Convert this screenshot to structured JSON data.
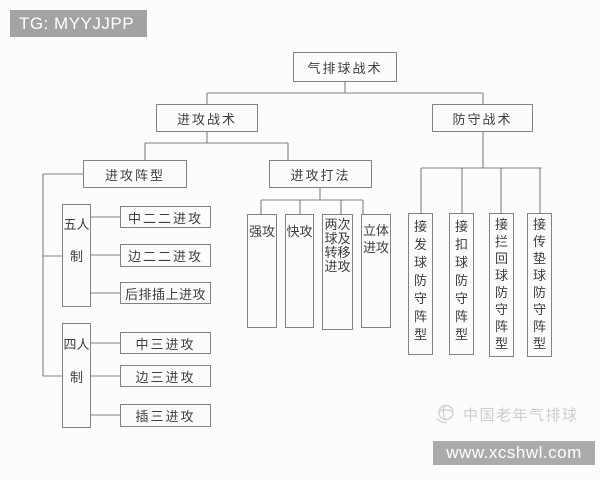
{
  "watermarks": {
    "tg_badge": "TG: MYYJJPP",
    "logo_text": "中国老年气排球",
    "site_bar": "www.xcshwl.com"
  },
  "colors": {
    "bg": "#fcfcfc",
    "line": "#828282",
    "text": "#3e3e3e",
    "badge_bg": "#a3a3a3",
    "site_bg": "#ababab",
    "logo": "#cdcdcd"
  },
  "diagram": {
    "type": "tree",
    "title": "气排球战术",
    "nodes": {
      "root": {
        "label": "气排球战术",
        "children": [
          "attack",
          "defense"
        ]
      },
      "attack": {
        "label": "进攻战术",
        "children": [
          "attack_formation",
          "attack_play"
        ]
      },
      "defense": {
        "label": "防守战术",
        "children": [
          "receive_serve_defense",
          "receive_spike_defense",
          "receive_block_defense",
          "receive_pass_defense"
        ]
      },
      "attack_formation": {
        "label": "进攻阵型",
        "children": [
          "five_person",
          "four_person"
        ]
      },
      "attack_play": {
        "label": "进攻打法",
        "children": [
          "strong_attack",
          "quick_attack",
          "two_ball_transfer_attack",
          "stereo_attack"
        ]
      },
      "five_person": {
        "label": "五人制",
        "children": [
          "mid_2_2_attack",
          "side_2_2_attack",
          "back_row_insert_attack"
        ]
      },
      "four_person": {
        "label": "四人制",
        "children": [
          "mid_3_attack",
          "side_3_attack",
          "insert_3_attack"
        ]
      },
      "mid_2_2_attack": {
        "label": "中二二进攻"
      },
      "side_2_2_attack": {
        "label": "边二二进攻"
      },
      "back_row_insert_attack": {
        "label": "后排插上进攻"
      },
      "mid_3_attack": {
        "label": "中三进攻"
      },
      "side_3_attack": {
        "label": "边三进攻"
      },
      "insert_3_attack": {
        "label": "插三进攻"
      },
      "strong_attack": {
        "label": "强攻"
      },
      "quick_attack": {
        "label": "快攻"
      },
      "two_ball_transfer_attack": {
        "label": "两次球及转移进攻"
      },
      "stereo_attack": {
        "label": "立体进攻"
      },
      "receive_serve_defense": {
        "label": "接发球防守阵型"
      },
      "receive_spike_defense": {
        "label": "接扣球防守阵型"
      },
      "receive_block_defense": {
        "label": "接拦回球防守阵型"
      },
      "receive_pass_defense": {
        "label": "接传垫球防守阵型"
      }
    }
  }
}
